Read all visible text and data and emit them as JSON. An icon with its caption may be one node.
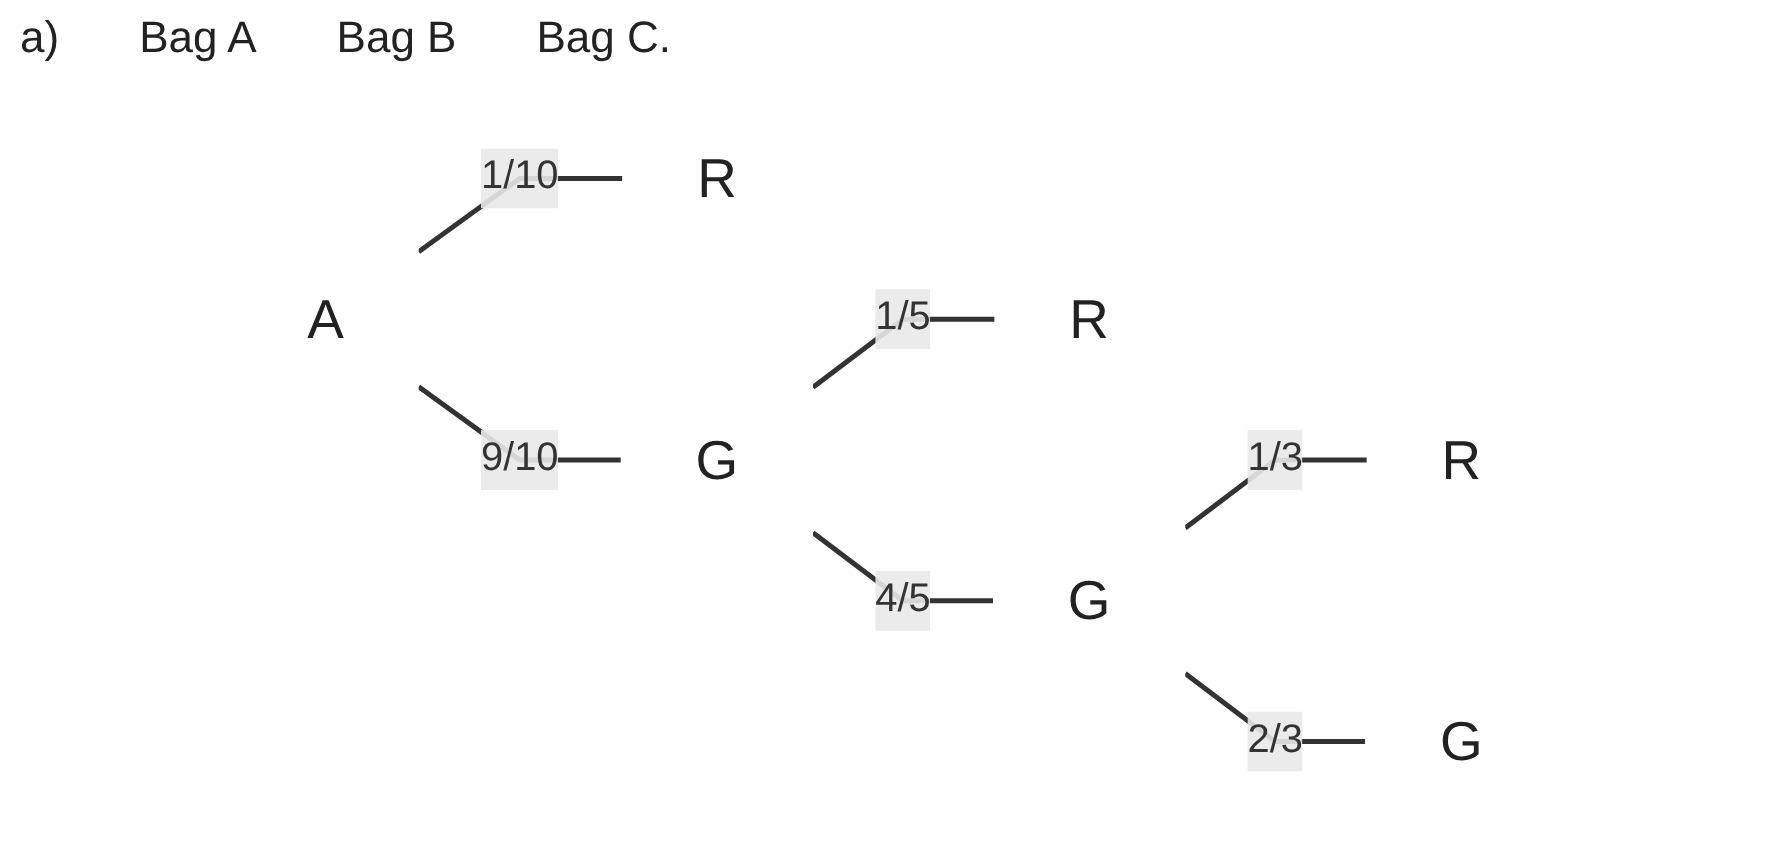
{
  "diagram": {
    "nodes": [
      {
        "text": [
          "A"
        ]
      },
      {
        "text": [
          "R"
        ]
      },
      {
        "text": [
          "G"
        ]
      },
      {
        "text": [
          "R"
        ]
      },
      {
        "text": [
          "G"
        ]
      },
      {
        "text": [
          "R"
        ]
      },
      {
        "text": [
          "G"
        ]
      }
    ],
    "edges": [
      {
        "from": 0,
        "to": 1,
        "arrow": "none",
        "label": "1/10"
      },
      {
        "from": 0,
        "to": 2,
        "arrow": "none",
        "label": "9/10"
      },
      {
        "from": 2,
        "to": 3,
        "arrow": "none",
        "label": "1/5"
      },
      {
        "from": 2,
        "to": 4,
        "arrow": "none",
        "label": "4/5"
      },
      {
        "from": 4,
        "to": 5,
        "arrow": "none",
        "label": "1/3"
      },
      {
        "from": 4,
        "to": 6,
        "arrow": "none",
        "label": "2/3"
      }
    ],
    "labels": [
      "a)",
      "Bag A",
      "Bag B",
      "Bag C."
    ]
  }
}
